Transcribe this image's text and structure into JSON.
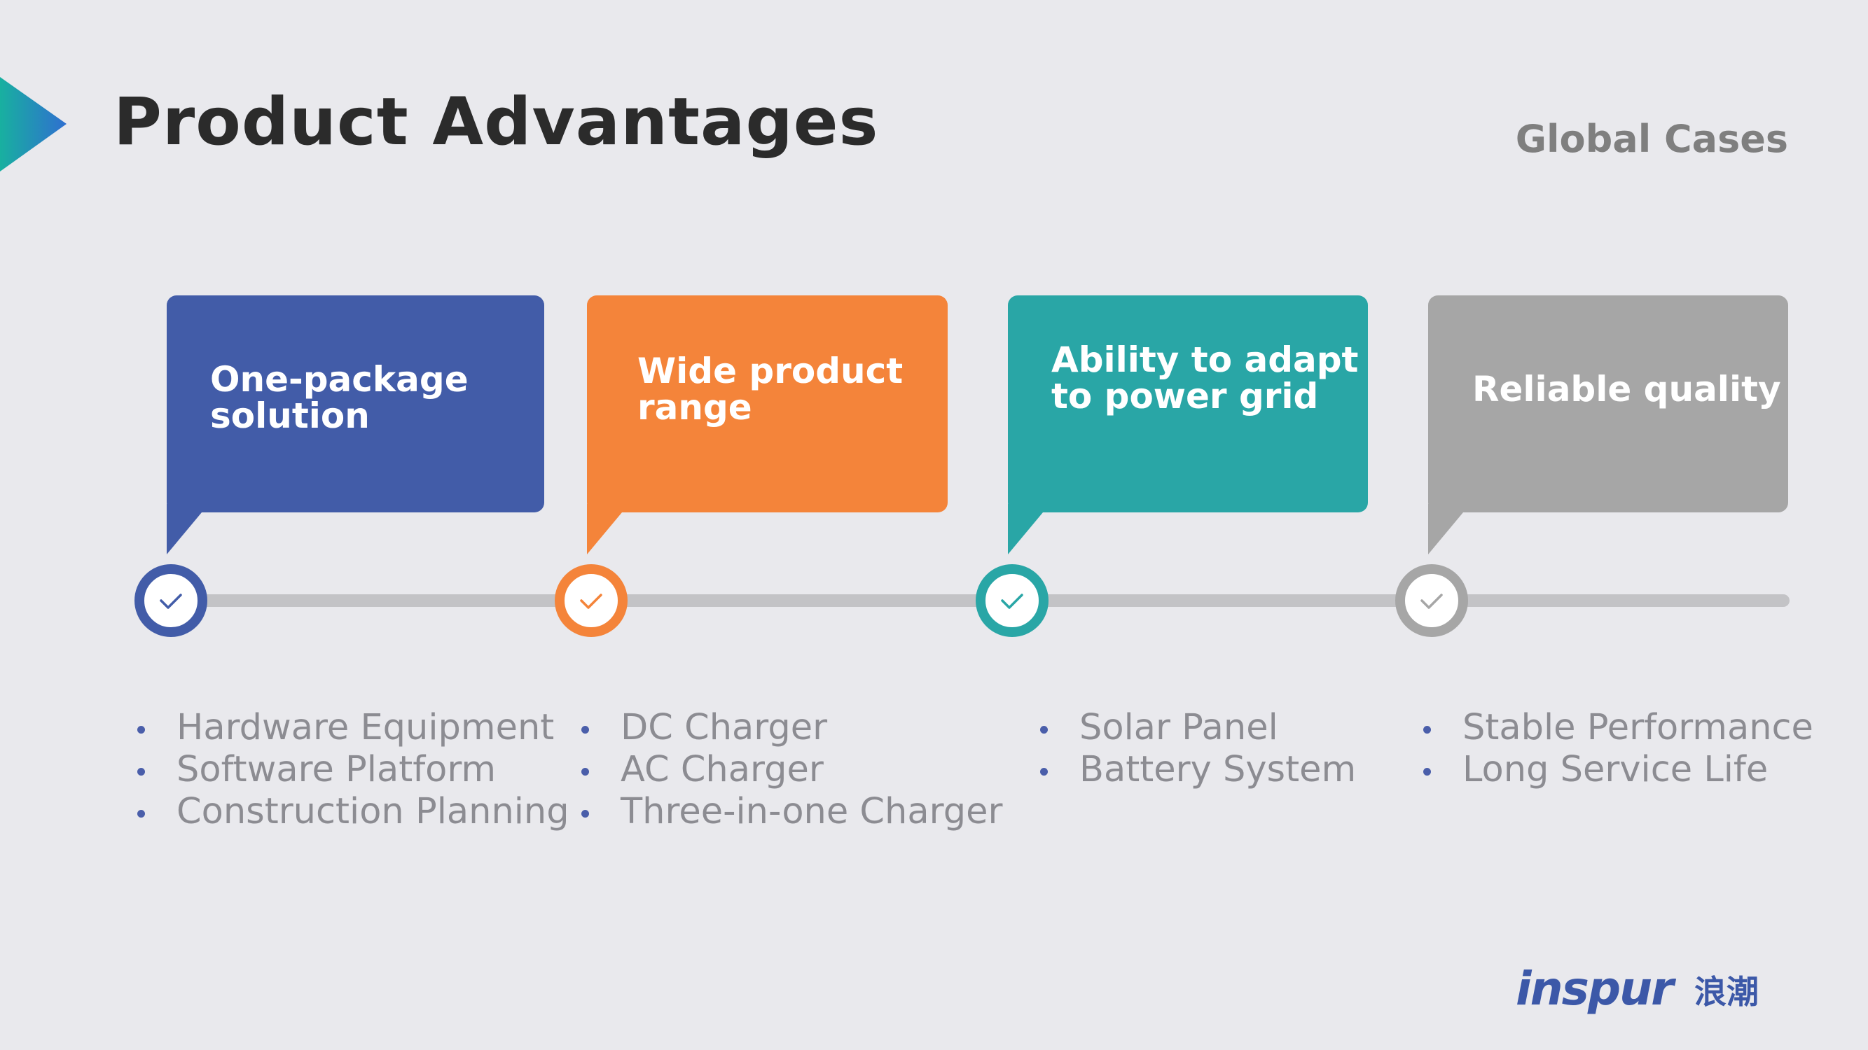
{
  "slide": {
    "title": "Product Advantages",
    "section_label": "Global Cases"
  },
  "colors": {
    "background": "#e9e9ed",
    "blue": "#425ca8",
    "orange": "#f4843a",
    "teal": "#29a6a6",
    "gray": "#a6a6a6",
    "timeline": "#c3c3c6",
    "bullet_text": "#8c8c92",
    "logo": "#3c58a8"
  },
  "advantages": [
    {
      "heading": "One-package\nsolution",
      "color": "blue",
      "items": [
        "Hardware Equipment",
        "Software Platform",
        "Construction Planning"
      ]
    },
    {
      "heading": "Wide product\nrange",
      "color": "orange",
      "items": [
        "DC Charger",
        "AC Charger",
        "Three-in-one Charger"
      ]
    },
    {
      "heading": "Ability to adapt\nto  power grid",
      "color": "teal",
      "items": [
        "Solar Panel",
        "Battery System"
      ]
    },
    {
      "heading": "Reliable quality",
      "color": "gray",
      "items": [
        "Stable Performance",
        "Long Service Life"
      ]
    }
  ],
  "icons": {
    "corner": "play-arrow-icon",
    "milestone": "check-icon"
  },
  "logo": {
    "latin": "inspur",
    "cjk": "浪潮"
  }
}
